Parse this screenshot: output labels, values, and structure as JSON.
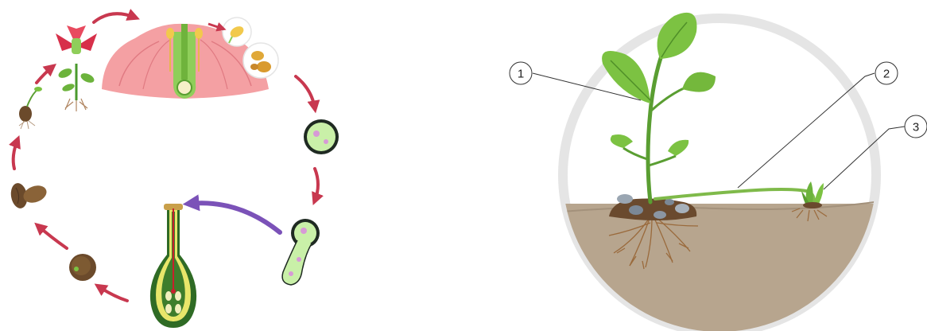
{
  "left_panel": {
    "stages": [
      {
        "id": "seed-pair"
      },
      {
        "id": "germinating-seed"
      },
      {
        "id": "young-plant"
      },
      {
        "id": "flowering-plant"
      },
      {
        "id": "flower-cross-section"
      },
      {
        "id": "anther"
      },
      {
        "id": "pollen-grains"
      },
      {
        "id": "pollen-grain"
      },
      {
        "id": "germinating-pollen"
      },
      {
        "id": "ovary-fertilization"
      },
      {
        "id": "single-seed"
      }
    ],
    "colors": {
      "cycle_arrow": "#c8384f",
      "fertilization_arrow": "#7b52b8",
      "petal": "#f4a0a3",
      "pollen": "#c9f0a8",
      "ovary": "#3e7d2c",
      "seed": "#6b4a2b"
    }
  },
  "right_panel": {
    "callouts": [
      {
        "num": "1",
        "target": "parent-plant"
      },
      {
        "num": "2",
        "target": "runner-stem"
      },
      {
        "num": "3",
        "target": "new-plantlet"
      }
    ],
    "colors": {
      "soil": "#b7a58e",
      "circle_outline": "#e5e5e5",
      "leaf": "#7cc242",
      "stem": "#5a9e32",
      "roots": "#9a6a3c"
    }
  }
}
